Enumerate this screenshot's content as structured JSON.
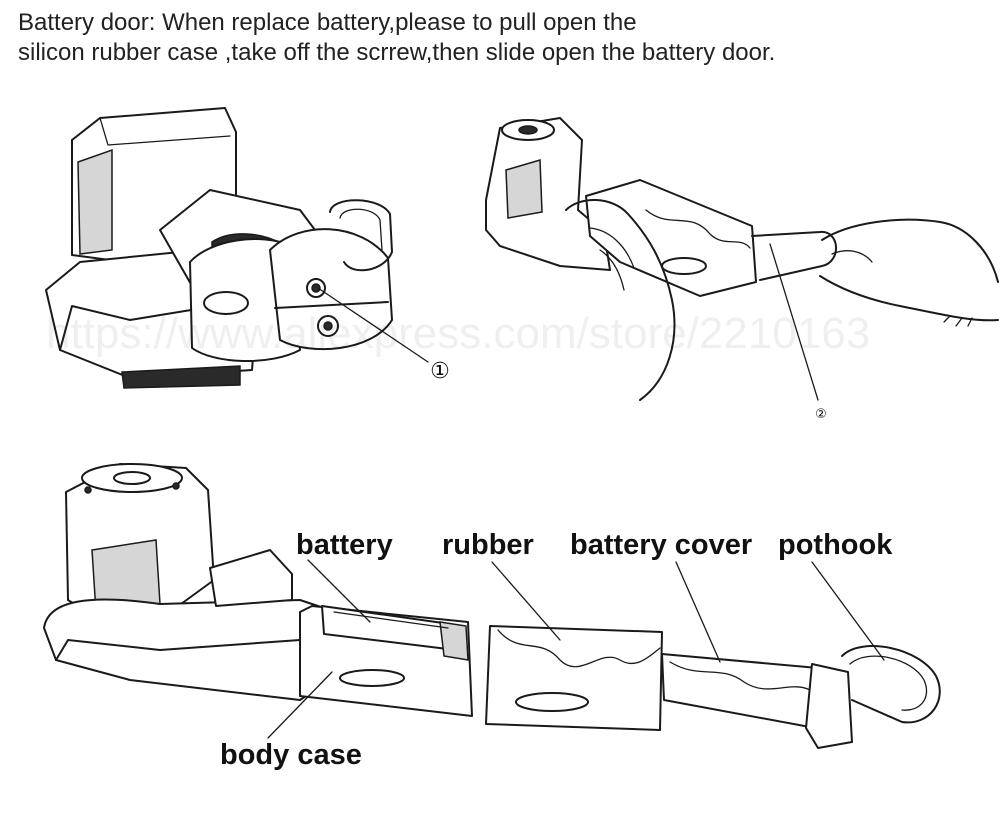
{
  "instruction": {
    "line1": "Battery door: When replace battery,please to pull open the",
    "line2": "silicon rubber case ,take off  the scrrew,then slide open the battery door."
  },
  "callouts": {
    "screw": "①",
    "pull": "②"
  },
  "parts": {
    "battery": "battery",
    "rubber": "rubber",
    "battery_cover": "battery cover",
    "pothook": "pothook",
    "body_case": "body case"
  }
}
